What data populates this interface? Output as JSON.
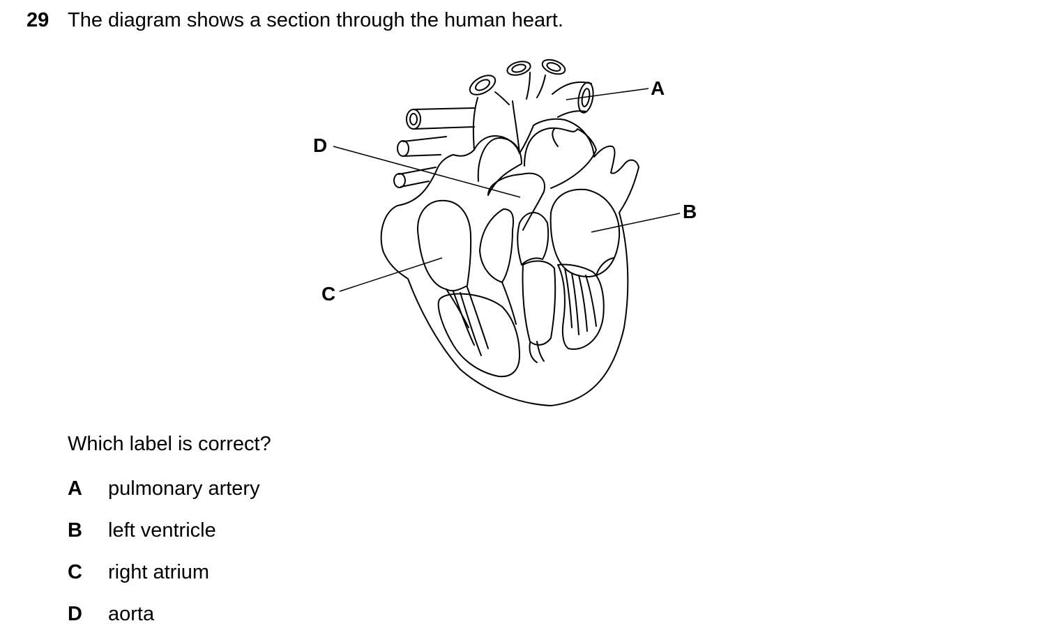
{
  "question": {
    "number": "29",
    "stem": "The diagram shows a section through the human heart.",
    "prompt": "Which label is correct?"
  },
  "diagram_labels": {
    "A": "A",
    "B": "B",
    "C": "C",
    "D": "D"
  },
  "options": [
    {
      "letter": "A",
      "text": "pulmonary artery"
    },
    {
      "letter": "B",
      "text": "left ventricle"
    },
    {
      "letter": "C",
      "text": "right atrium"
    },
    {
      "letter": "D",
      "text": "aorta"
    }
  ]
}
